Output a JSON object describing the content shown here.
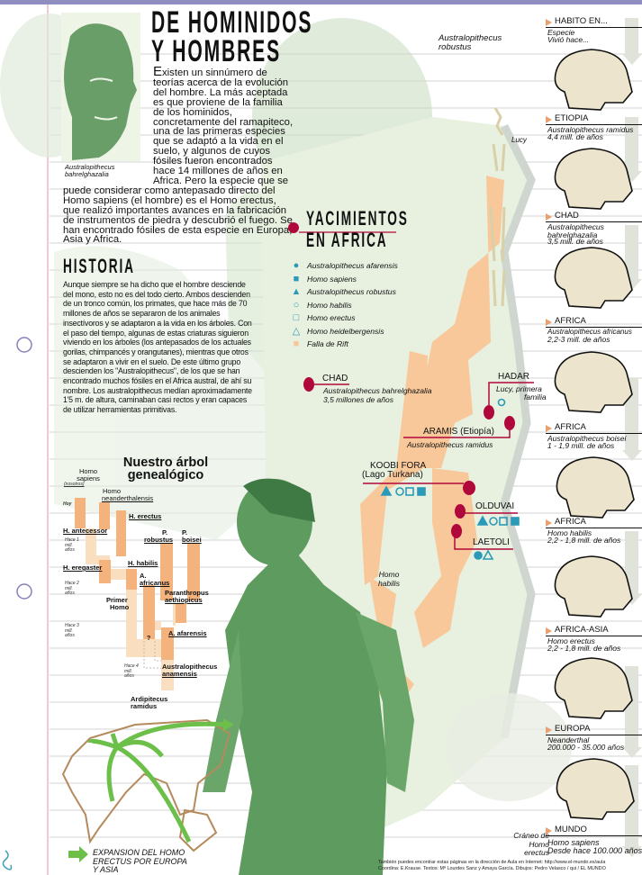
{
  "header": {
    "title_line1": "DE HOMINIDOS",
    "title_line2": "Y HOMBRES",
    "portrait_caption": "Australopithecus bahrelghazalia",
    "intro_dropcap": "E",
    "intro_text": "xisten un sinnúmero de teorías acerca de la evolución del hombre. La más aceptada es que proviene de la familia de los hominidos, concretamente del ramapiteco, una de las primeras especies que se adaptó a la vida en el suelo, y algunos de cuyos fósiles fueron encontrados hace 14 millones de años en Africa. Pero la especie que se puede considerar como antepasado directo del Homo sapiens (el hombre) es el Homo erectus, que realizó importantes avances en la fabricación de instrumentos de piedra y descubrió el fuego. Se han encontrado fósiles de esta especie en Europa, Asia y Africa."
  },
  "historia": {
    "title": "HISTORIA",
    "text": "Aunque siempre se ha dicho que el hombre desciende del mono, esto no es del todo cierto. Ambos descienden de un tronco común, los primates, que hace más de 70 millones de años se separaron de los animales insectívoros y se adaptaron a la vida en los árboles. Con el paso del tiempo, algunas de estas criaturas siguieron viviendo en los árboles (los antepasados de los actuales gorilas, chimpancés y orangutanes), mientras que otros se adaptaron a vivir en el suelo. De este último grupo descienden los \"Australopithecus\", de los que se han encontrado muchos fósiles en el Africa austral, de ahí su nombre. Los australopithecus medían aproximadamente 1'5 m. de altura, caminaban casi rectos y eran capaces de utilizar herramientas primitivas."
  },
  "tree": {
    "title_line1": "Nuestro árbol",
    "title_line2": "genealógico",
    "labels": [
      "Homo sapiens",
      "(nosotros)",
      "Homo",
      "neanderthalensis",
      "Hoy",
      "H. erectus",
      "H. antecessor",
      "Hace 1 mill. años",
      "P.",
      "robustus",
      "P.",
      "boisei",
      "H. eregaster",
      "H. habilis",
      "A.",
      "africanus",
      "Hace 2 mill. años",
      "Paranthropus",
      "aethiopicus",
      "Primer",
      "Homo",
      "Hace 3 mill. años",
      "A. afarensis",
      "?",
      "Hace 4 mill. años",
      "Australopithecus",
      "anamensis",
      "Ardipitecus",
      "ramidus"
    ]
  },
  "expansion": {
    "label": "EXPANSION DEL HOMO ERECTUS POR EUROPA Y ASIA",
    "arrow_color": "#6cc04a"
  },
  "yacimientos": {
    "title_line1": "YACIMIENTOS",
    "title_line2": "EN AFRICA",
    "site_color": "#b0083a",
    "legend": [
      {
        "icon": "filled-circle",
        "label": "Australopithecus afarensis"
      },
      {
        "icon": "filled-square",
        "label": "Homo sapiens"
      },
      {
        "icon": "filled-triangle",
        "label": "Australopithecus robustus"
      },
      {
        "icon": "outline-circle",
        "label": "Homo habilis"
      },
      {
        "icon": "outline-square",
        "label": "Homo erectus"
      },
      {
        "icon": "outline-triangle",
        "label": "Homo heidelbergensis"
      },
      {
        "icon": "orange-swatch",
        "label": "Falla de Rift"
      }
    ],
    "sites": {
      "chad": {
        "name": "CHAD",
        "desc1": "Australopithecus bahrelghazalia",
        "desc2": "3,5 millones de años"
      },
      "hadar": {
        "name": "HADAR",
        "desc1": "Lucy, primera",
        "desc2": "familia"
      },
      "aramis": {
        "name": "ARAMIS (Etiopía)",
        "desc1": "Australopithecus ramidus"
      },
      "koobi": {
        "name1": "KOOBI FORA",
        "name2": "(Lago Turkana)"
      },
      "olduvai": {
        "name": "OLDUVAI"
      },
      "laetoli": {
        "name": "LAETOLI"
      }
    }
  },
  "illustration_labels": {
    "robustus": "Australopithecus robustus",
    "lucy": "Lucy",
    "habilis": "Homo habilis",
    "cranio": "Cráneo de Homo erectus"
  },
  "skulls": [
    {
      "region": "HABITO EN...",
      "species": "Especie",
      "age": "Vivió hace..."
    },
    {
      "region": "ETIOPIA",
      "species": "Australopithecus ramidus",
      "age": "4,4 mill. de años"
    },
    {
      "region": "CHAD",
      "species": "Australopithecus bahrelghazalia",
      "age": "3,5 mill. de años"
    },
    {
      "region": "AFRICA",
      "species": "Australopithecus africanus",
      "age": "2,2-3 mill. de años"
    },
    {
      "region": "AFRICA",
      "species": "Australopithecus boisei",
      "age": "1 - 1,9 mill. de años"
    },
    {
      "region": "AFRICA",
      "species": "Homo habilis",
      "age": "2,2 - 1,8 mill. de años"
    },
    {
      "region": "AFRICA-ASIA",
      "species": "Homo erectus",
      "age": "2,2 - 1,8 mill. de años"
    },
    {
      "region": "EUROPA",
      "species": "Neanderthal",
      "age": "200.000 - 35.000 años"
    },
    {
      "region": "MUNDO",
      "species": "Homo sapiens",
      "age": "Desde hace 100.000 años"
    }
  ],
  "footer": {
    "line1": "También puedes encontrar estas páginas en la dirección de Aula en Internet: http://www.el-mundo.es/aula",
    "line2": "Coordina: E.Krause. Textos: Mª Lourdes Sanz y Amaya García. Dibujos: Pedro Velasco  /  qui / EL MUNDO"
  }
}
